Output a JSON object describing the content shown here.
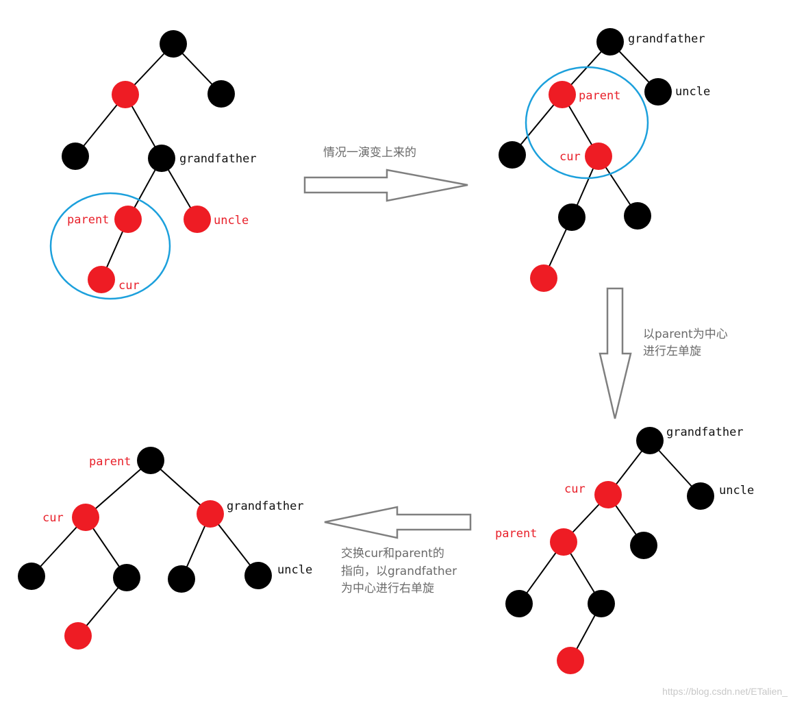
{
  "colors": {
    "red_node": "#ee1c24",
    "black_node": "#000000",
    "circle_outline": "#1ca0dc",
    "arrow": "#7f7f7f"
  },
  "diagram1": {
    "grandfather": "grandfather",
    "parent": "parent",
    "uncle": "uncle",
    "cur": "cur"
  },
  "arrow1": {
    "caption": "情况一演变上来的"
  },
  "diagram2": {
    "grandfather": "grandfather",
    "parent": "parent",
    "uncle": "uncle",
    "cur": "cur"
  },
  "arrow2": {
    "caption_line1": "以parent为中心",
    "caption_line2": "进行左单旋"
  },
  "diagram3": {
    "grandfather": "grandfather",
    "cur": "cur",
    "parent": "parent",
    "uncle": "uncle"
  },
  "arrow3": {
    "caption_line1": "交换cur和parent的",
    "caption_line2": "指向，以grandfather",
    "caption_line3": "为中心进行右单旋"
  },
  "diagram4": {
    "parent": "parent",
    "cur": "cur",
    "grandfather": "grandfather",
    "uncle": "uncle"
  },
  "watermark": "https://blog.csdn.net/ETalien_"
}
